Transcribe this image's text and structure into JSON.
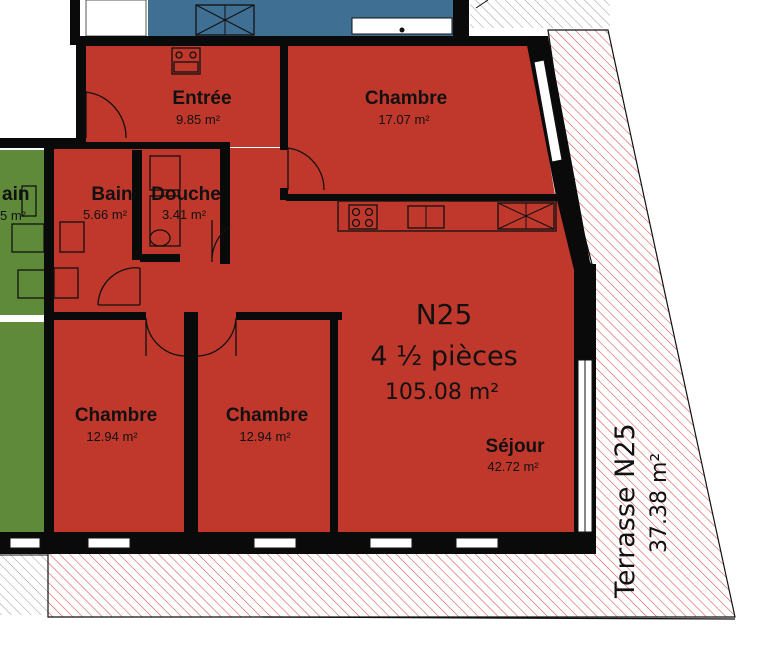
{
  "unit": {
    "code": "N25",
    "rooms_count": "4 ½ pièces",
    "total_area": "105.08 m²"
  },
  "rooms": {
    "entree": {
      "name": "Entrée",
      "area": "9.85 m²"
    },
    "chambre_top": {
      "name": "Chambre",
      "area": "17.07 m²"
    },
    "bain": {
      "name": "Bain",
      "area": "5.66 m²"
    },
    "douche": {
      "name": "Douche",
      "area": "3.41 m²"
    },
    "chambre_left": {
      "name": "Chambre",
      "area": "12.94 m²"
    },
    "chambre_mid": {
      "name": "Chambre",
      "area": "12.94 m²"
    },
    "sejour": {
      "name": "Séjour",
      "area": "42.72 m²"
    }
  },
  "neighbor": {
    "name_partial": "ain",
    "area_partial": "5 m²"
  },
  "terrace": {
    "name": "Terrasse N25",
    "area": "37.38 m²"
  },
  "colors": {
    "unit_fill": "#c0382b",
    "neighbor_green": "#5f8a3a",
    "neighbor_blue": "#3f6f92",
    "wall": "#0a0a0a",
    "terrace_hatch": "#d94a4a"
  }
}
